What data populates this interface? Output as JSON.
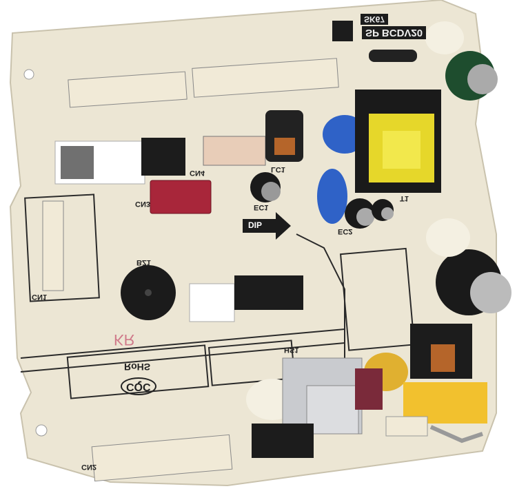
{
  "board": {
    "model": "SP BCDV20",
    "code": "SK67",
    "dip_arrow": "DIP",
    "rohs": "RoHS",
    "cert": "CQC",
    "handwritten_mark": "KR",
    "components": {
      "cn1": "CN1",
      "cn2": "CN2",
      "cn3": "CN3",
      "cn4": "CN4",
      "lc1": "LC1",
      "ec1": "EC1",
      "ec2": "EC2",
      "t1": "T1",
      "hs1": "HS1",
      "bz1": "BZ1"
    }
  },
  "colors": {
    "board": "#ece6d4",
    "silkscreen": "#2a2a2a",
    "capacitor_blue": "#2f62c7",
    "capacitor_yellow": "#e0b030",
    "relay_yellow": "#f2c12e",
    "connector_red": "#a8263a",
    "electrolytic_green": "#1e4d2e"
  }
}
